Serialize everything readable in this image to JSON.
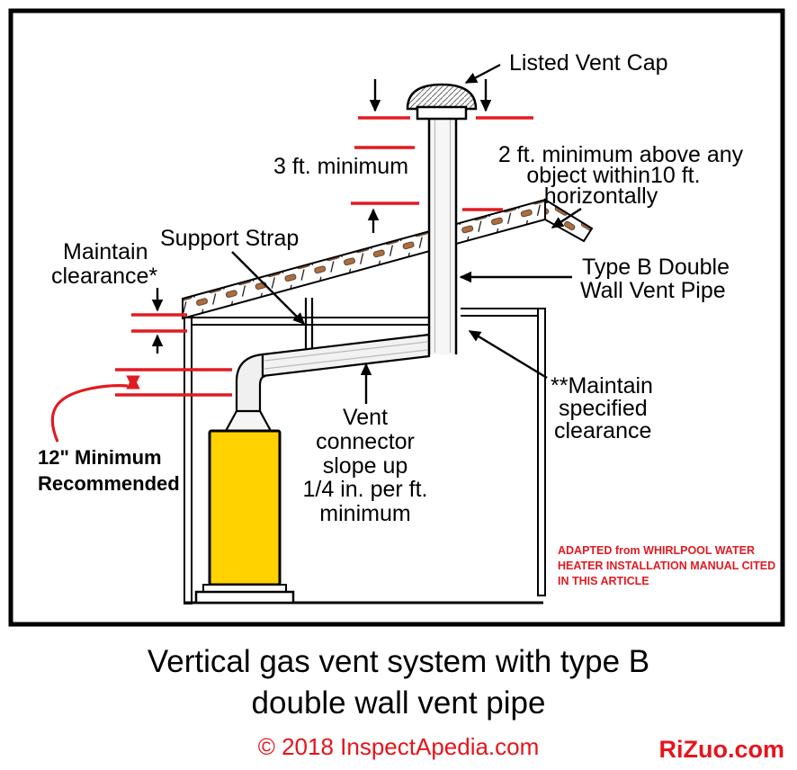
{
  "diagram": {
    "labels": {
      "listed_vent_cap": "Listed Vent Cap",
      "three_ft_minimum": "3 ft. minimum",
      "two_ft_line1": "2 ft. minimum above any",
      "two_ft_line2": "object within10 ft.",
      "two_ft_line3": "horizontally",
      "support_strap": "Support Strap",
      "maintain_line1": "Maintain",
      "maintain_line2": "clearance*",
      "type_b_line1": "Type B Double",
      "type_b_line2": "Wall Vent Pipe",
      "specified_line1": "**Maintain",
      "specified_line2": "specified",
      "specified_line3": "clearance",
      "connector_line1": "Vent",
      "connector_line2": "connector",
      "connector_line3": "slope up",
      "connector_line4": "1/4 in. per ft.",
      "connector_line5": "minimum",
      "twelve_line1": "12\" Minimum",
      "twelve_line2": "Recommended",
      "adapted_line1": "ADAPTED from WHIRLPOOL WATER",
      "adapted_line2": "HEATER INSTALLATION MANUAL CITED",
      "adapted_line3": "IN THIS ARTICLE"
    },
    "colors": {
      "heater_yellow": "#FFD200",
      "annotation_red": "#E11B22",
      "roof_brown": "#AD6D3E"
    }
  },
  "caption": {
    "line1": "Vertical gas vent system with type B",
    "line2": "double wall vent pipe"
  },
  "footer": {
    "copyright": "© 2018 InspectApedia.com",
    "brand": "RiZuo.com"
  }
}
